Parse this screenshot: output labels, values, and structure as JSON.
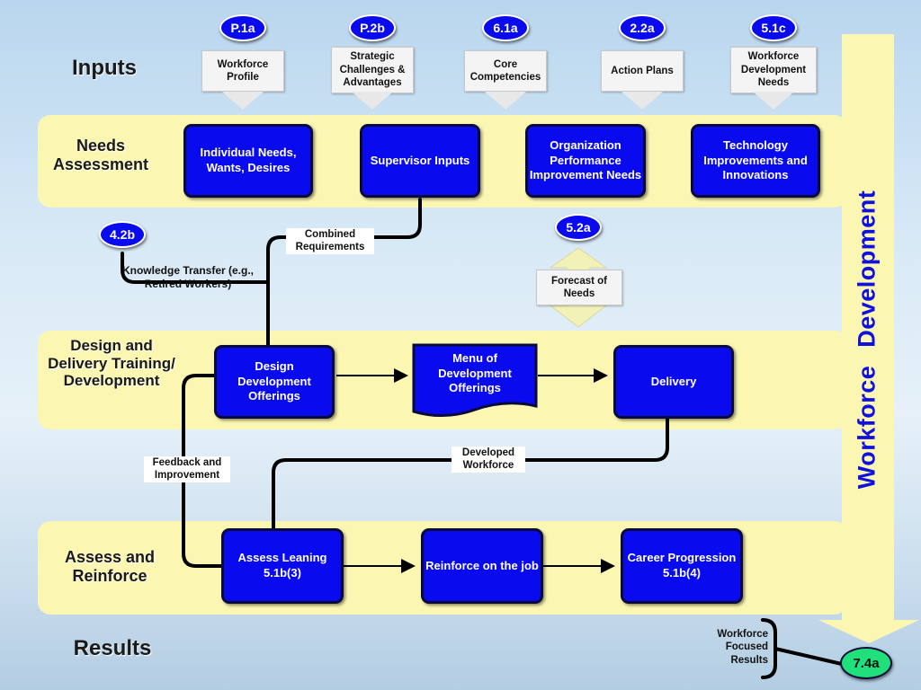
{
  "labels": {
    "inputs": "Inputs",
    "needs_assessment": "Needs Assessment",
    "design_delivery": "Design and Delivery Training/ Development",
    "assess_reinforce": "Assess and Reinforce",
    "results": "Results",
    "rail": "Workforce Development"
  },
  "inputs": [
    {
      "badge": "P.1a",
      "text": "Workforce Profile"
    },
    {
      "badge": "P.2b",
      "text": "Strategic Challenges & Advantages"
    },
    {
      "badge": "6.1a",
      "text": "Core Competencies"
    },
    {
      "badge": "2.2a",
      "text": "Action Plans"
    },
    {
      "badge": "5.1c",
      "text": "Workforce Development Needs"
    }
  ],
  "needs_boxes": [
    "Individual Needs, Wants, Desires",
    "Supervisor Inputs",
    "Organization Performance Improvement Needs",
    "Technology Improvements and Innovations"
  ],
  "middle": {
    "badge_42b": "4.2b",
    "knowledge_transfer": "Knowledge Transfer (e.g., Retired Workers)",
    "combined_requirements": "Combined Requirements",
    "badge_52a": "5.2a",
    "forecast": "Forecast of Needs"
  },
  "design_boxes": {
    "design": "Design Development Offerings",
    "menu": "Menu of Development Offerings",
    "delivery": "Delivery"
  },
  "connectors": {
    "developed_workforce": "Developed Workforce",
    "feedback": "Feedback and Improvement"
  },
  "assess_boxes": {
    "assess": "Assess Leaning 5.1b(3)",
    "reinforce": "Reinforce on the job",
    "career": "Career Progression 5.1b(4)"
  },
  "results": {
    "text": "Workforce Focused Results",
    "badge": "7.4a"
  },
  "colors": {
    "band": "#fbf7b2",
    "box_blue": "#0a0aee",
    "rail_text": "#1010e0",
    "result_badge": "#1fe07a"
  }
}
